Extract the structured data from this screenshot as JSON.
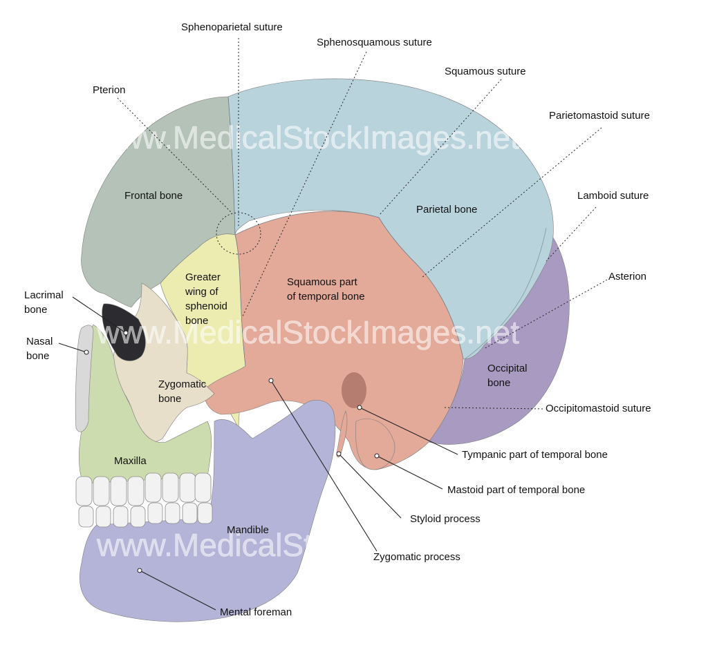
{
  "labels": {
    "sphenoparietal_suture": "Sphenoparietal suture",
    "sphenosquamous_suture": "Sphenosquamous suture",
    "squamous_suture": "Squamous suture",
    "pterion": "Pterion",
    "parietomastoid_suture": "Parietomastoid suture",
    "frontal_bone": "Frontal bone",
    "parietal_bone": "Parietal bone",
    "lamboid_suture": "Lamboid suture",
    "asterion": "Asterion",
    "lacrimal_bone": [
      "Lacrimal",
      "bone"
    ],
    "greater_wing": [
      "Greater",
      "wing of",
      "sphenoid",
      "bone"
    ],
    "squamous_part": [
      "Squamous part",
      "of temporal bone"
    ],
    "nasal_bone": [
      "Nasal",
      "bone"
    ],
    "occipital_bone": [
      "Occipital",
      "bone"
    ],
    "zygomatic_bone": [
      "Zygomatic",
      "bone"
    ],
    "occipitomastoid_suture": "Occipitomastoid suture",
    "tympanic_part": "Tympanic part of temporal bone",
    "maxilla": "Maxilla",
    "mastoid_part": "Mastoid part of temporal bone",
    "styloid_process": "Styloid process",
    "mandible": "Mandible",
    "zygomatic_process": "Zygomatic process",
    "mental_foramen": "Mental foreman"
  },
  "watermark": "www.MedicalStockImages.net",
  "colors": {
    "frontal": "#b4c2b8",
    "parietal": "#b9d3dc",
    "temporal": "#e3a999",
    "sphenoid": "#ecebb0",
    "zygomatic": "#e7dfca",
    "occipital": "#a99ac2",
    "maxilla": "#cddcae",
    "mandible": "#b4b4d8",
    "teeth": "#f2f2f2",
    "nasal": "#d9d9d9",
    "orbit": "#2c2c30"
  }
}
